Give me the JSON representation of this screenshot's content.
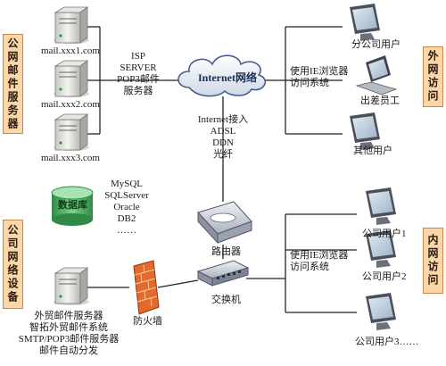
{
  "side_labels": {
    "public_mail": "公网邮件服务器",
    "external_access": "外网访问",
    "company_network": "公司网络设备",
    "internal_access": "内网访问"
  },
  "cloud_label": "Internet网络",
  "db_label": "数据库",
  "mail_servers": [
    "mail.xxx1.com",
    "mail.xxx2.com",
    "mail.xxx3.com"
  ],
  "isp_lines": [
    "ISP",
    "SERVER",
    "POP3邮件",
    "服务器"
  ],
  "external_access_lines": [
    "使用IE浏览器",
    "访问系统"
  ],
  "external_users": [
    "分公司用户",
    "出差员工",
    "其他用户"
  ],
  "internet_access_lines": [
    "Internet接入",
    "ADSL",
    "DDN",
    "光纤"
  ],
  "db_types": [
    "MySQL",
    "SQLServer",
    "Oracle",
    "DB2",
    "……"
  ],
  "router_label": "路由器",
  "firewall_label": "防火墙",
  "switch_label": "交换机",
  "internal_access_lines": [
    "使用IE浏览器",
    "访问系统"
  ],
  "internal_users": [
    "公司用户1",
    "公司用户2",
    "公司用户3……"
  ],
  "company_server_lines": [
    "外贸邮件服务器",
    "智拓外贸邮件系统",
    "SMTP/POP3邮件服务器",
    "邮件自动分发"
  ]
}
